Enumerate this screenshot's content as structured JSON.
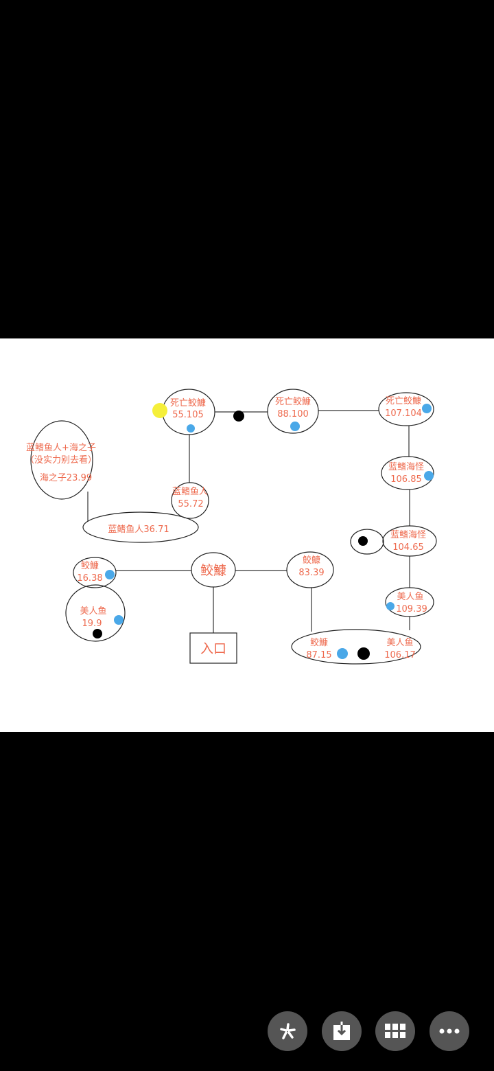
{
  "diagram": {
    "text_color": "#ee6a4e",
    "dot_colors": {
      "blue": "#4aa8e8",
      "black": "#000000",
      "yellow": "#f5ef3a"
    },
    "nodes": {
      "death1": {
        "name": "死亡鲛鱇",
        "level": "55.105"
      },
      "death2": {
        "name": "死亡鲛鱇",
        "level": "88.100"
      },
      "death3": {
        "name": "死亡鲛鱇",
        "level": "107.104"
      },
      "seamonster1": {
        "name": "蓝鳍海怪",
        "level": "106.85"
      },
      "seamonster2": {
        "name": "蓝鳍海怪",
        "level": "104.65"
      },
      "mermaid1": {
        "name": "美人鱼",
        "level": "109.39"
      },
      "combo_angler": {
        "name": "鲛鱇",
        "level": "87.15"
      },
      "combo_mermaid": {
        "name": "美人鱼",
        "level": "106.17"
      },
      "angler83": {
        "name": "鲛鱇",
        "level": "83.39"
      },
      "center": {
        "name": "鲛鱇"
      },
      "entrance": {
        "name": "入口"
      },
      "angler16": {
        "name": "鲛鱇",
        "level": "16.38"
      },
      "mermaid19": {
        "name": "美人鱼",
        "level": "19.9"
      },
      "murloc55": {
        "name": "蓝鳍鱼人",
        "level": "55.72"
      },
      "murloc36": {
        "label": "蓝鳍鱼人36.71"
      },
      "seachild": {
        "line1": "蓝鳍鱼人+海之子",
        "line2": "（没实力别去看）",
        "line3": "海之子23.99"
      }
    }
  },
  "toolbar": {
    "buttons": [
      {
        "name": "effects",
        "icon": "sparkle-icon"
      },
      {
        "name": "save",
        "icon": "download-icon"
      },
      {
        "name": "grid",
        "icon": "grid-icon"
      },
      {
        "name": "more",
        "icon": "more-icon"
      }
    ]
  }
}
